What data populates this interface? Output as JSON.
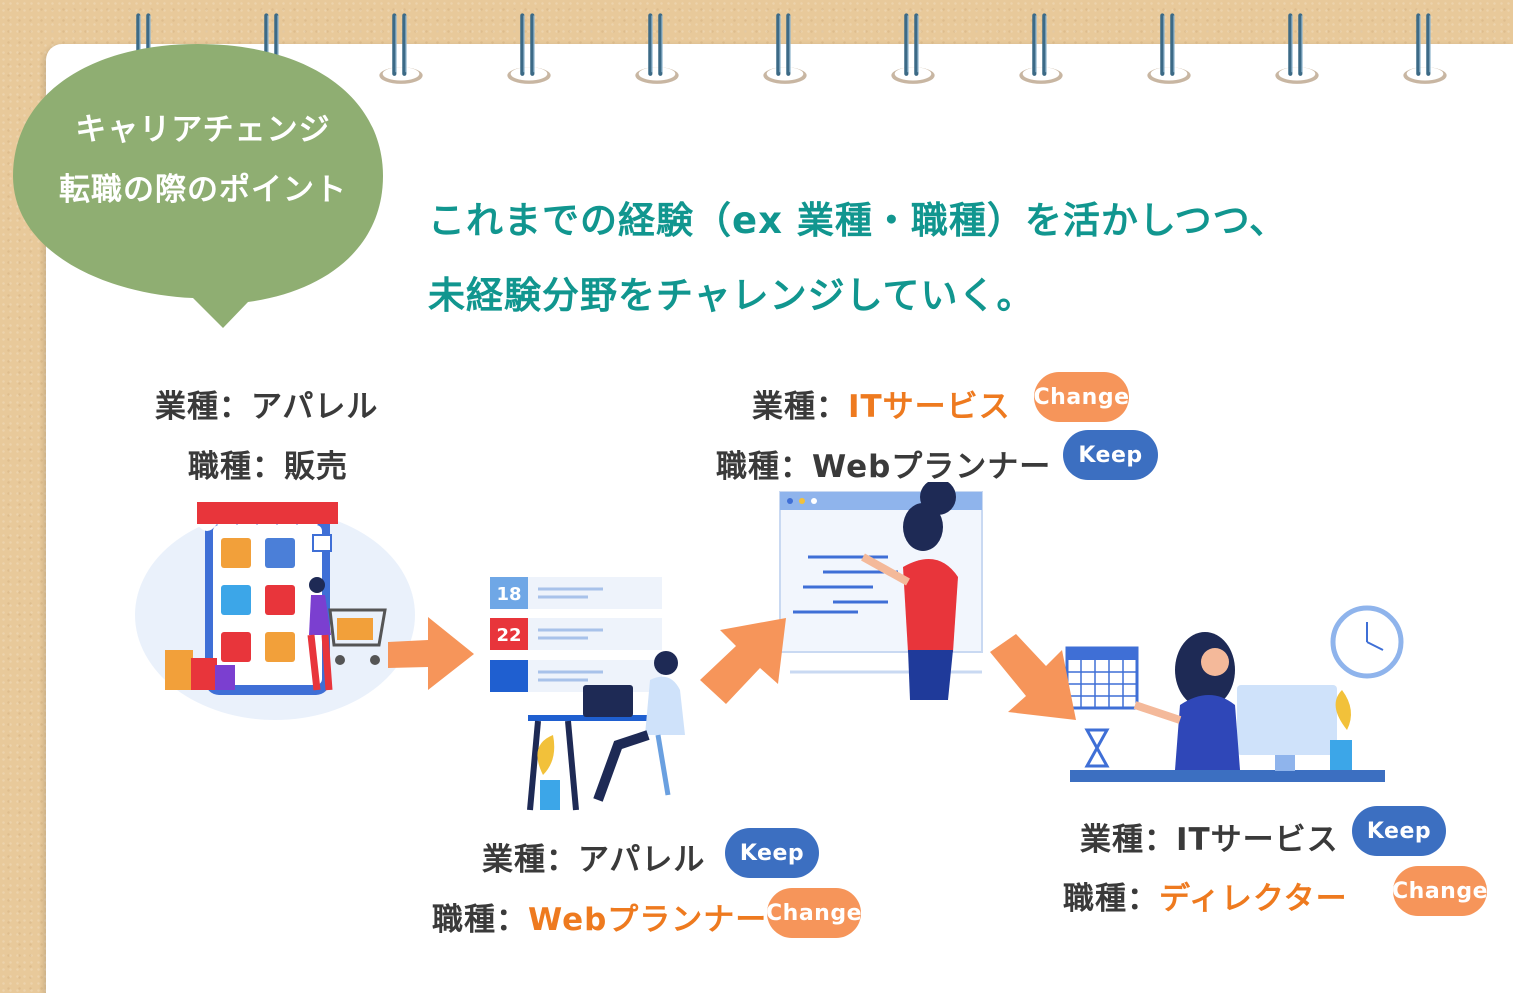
{
  "bubble": {
    "line1": "キャリアチェンジ",
    "line2": "転職の際のポイント",
    "color": "#8fae72"
  },
  "headline": {
    "line1": "これまでの経験（ex 業種・職種）を活かしつつ、",
    "line2": "未経験分野をチャレンジしていく。",
    "color": "#11968f"
  },
  "stages": [
    {
      "industry_prefix": "業種：",
      "industry_value": "アパレル",
      "job_prefix": "職種：",
      "job_value": "販売",
      "illustration": "shop-icon"
    },
    {
      "industry_prefix": "業種：",
      "industry_value": "アパレル",
      "industry_badge": "Keep",
      "job_prefix": "職種：",
      "job_value": "Webプランナー",
      "job_badge": "Change",
      "illustration": "desk-worker-icon"
    },
    {
      "industry_prefix": "業種：",
      "industry_value": "ITサービス",
      "industry_badge": "Change",
      "job_prefix": "職種：",
      "job_value": "Webプランナー",
      "job_badge": "Keep",
      "illustration": "presenter-icon"
    },
    {
      "industry_prefix": "業種：",
      "industry_value": "ITサービス",
      "industry_badge": "Keep",
      "job_prefix": "職種：",
      "job_value": "ディレクター",
      "job_badge": "Change",
      "illustration": "director-icon"
    }
  ],
  "calendar_numbers": [
    "18",
    "22"
  ],
  "colors": {
    "change": "#f6955a",
    "keep": "#3c6fc1",
    "highlight": "#ee7a1f",
    "arrow": "#f6955a"
  }
}
